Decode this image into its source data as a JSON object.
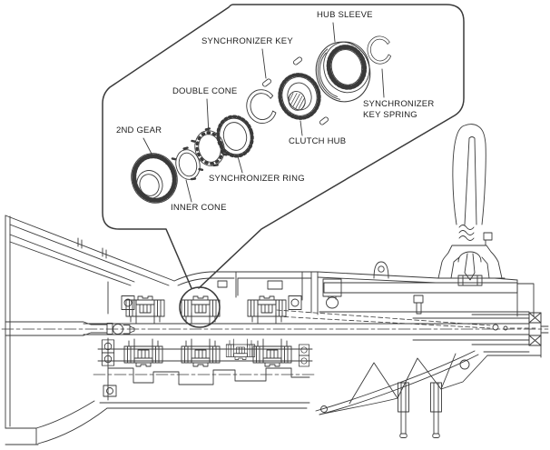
{
  "figure": {
    "type": "transmission cross-section with exploded 2nd-gear synchronizer callout",
    "background": "#ffffff",
    "line_color": "#3a3a3a",
    "text_color": "#1d1d1d"
  },
  "callout": {
    "labels": [
      {
        "id": "hub-sleeve",
        "text": "HUB SLEEVE"
      },
      {
        "id": "synchronizer-key",
        "text": "SYNCHRONIZER KEY"
      },
      {
        "id": "double-cone",
        "text": "DOUBLE CONE"
      },
      {
        "id": "2nd-gear",
        "text": "2ND GEAR"
      },
      {
        "id": "clutch-hub",
        "text": "CLUTCH HUB"
      },
      {
        "id": "synchronizer-ring",
        "text": "SYNCHRONIZER RING"
      },
      {
        "id": "inner-cone",
        "text": "INNER CONE"
      },
      {
        "id": "synchronizer-key-spring",
        "text": "SYNCHRONIZER KEY SPRING"
      }
    ]
  }
}
